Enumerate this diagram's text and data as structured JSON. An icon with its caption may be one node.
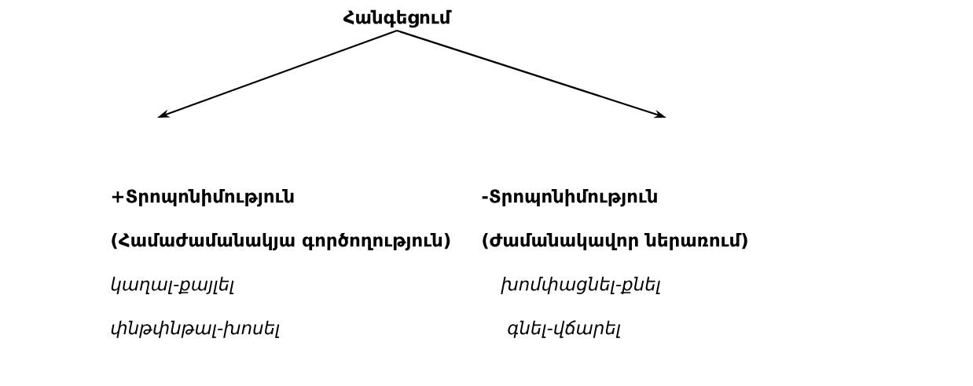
{
  "diagram": {
    "nodes": [
      {
        "text": [
          "Հանգեցում"
        ]
      },
      {
        "text": [
          "+Տրոպոնիմություն",
          "(Համաժամանակյա գործողություն)",
          "կաղալ-քայլել",
          "փնթփնթալ-խոսել"
        ]
      },
      {
        "text": [
          "-Տրոպոնիմություն",
          "(Ժամանակավոր ներառում)",
          "խոմփացնել-քնել",
          "գնել-վճարել"
        ]
      }
    ],
    "edges": [
      {
        "from": 0,
        "to": 1,
        "arrow": "to"
      },
      {
        "from": 0,
        "to": 2,
        "arrow": "to"
      }
    ]
  }
}
